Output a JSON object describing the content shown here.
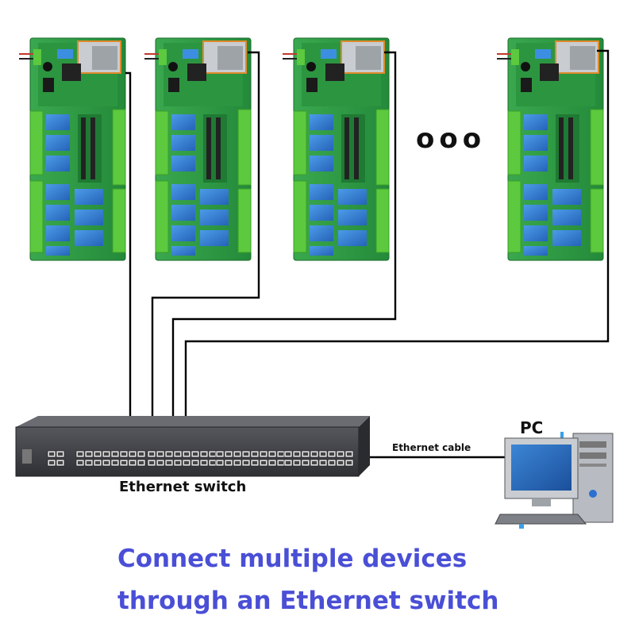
{
  "labels": {
    "ethernet_switch": "Ethernet switch",
    "ethernet_cable": "Ethernet cable",
    "pc": "PC",
    "ellipsis": "ooo"
  },
  "caption": {
    "line1": "Connect multiple devices",
    "line2": "through an Ethernet switch"
  },
  "devices": [
    {
      "id": "device-1"
    },
    {
      "id": "device-2"
    },
    {
      "id": "device-3"
    },
    {
      "id": "device-4"
    }
  ],
  "colors": {
    "board_green": "#2f9e44",
    "terminal_green": "#5cc93e",
    "relay_blue": "#2f7fd6",
    "rj45_orange": "#e08a2c",
    "switch_body": "#3d3f44",
    "caption_blue": "#4a4fd6",
    "cable": "#000000"
  }
}
